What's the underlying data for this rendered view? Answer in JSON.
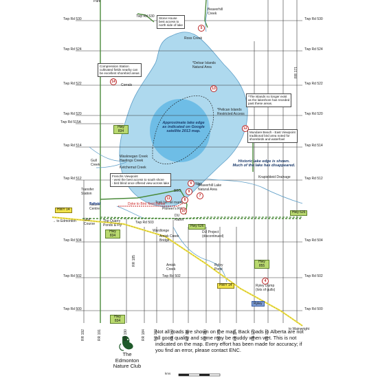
{
  "map": {
    "corner_label": "Park",
    "township_roads": [
      {
        "label": "Twp Rd 530"
      },
      {
        "label": "Twp Rd 524"
      },
      {
        "label": "Twp Rd 522"
      },
      {
        "label": "Twp Rd 520"
      },
      {
        "label": "Twp Rd 515A"
      },
      {
        "label": "Twp Rd 514"
      },
      {
        "label": "Twp Rd 512"
      },
      {
        "label": "Twp Rd 504"
      },
      {
        "label": "Twp Rd 502"
      },
      {
        "label": "Twp Rd 500"
      }
    ],
    "range_roads": [
      {
        "label": "RR 192"
      },
      {
        "label": "RR 191"
      },
      {
        "label": "RR 190"
      },
      {
        "label": "RR 185"
      },
      {
        "label": "RR 184"
      },
      {
        "label": "RR 183"
      },
      {
        "label": "RR 182"
      },
      {
        "label": "RR 181"
      },
      {
        "label": "RR 180"
      },
      {
        "label": "RR 175"
      },
      {
        "label": "RR 174"
      },
      {
        "label": "RR 173"
      },
      {
        "label": "RR 172"
      },
      {
        "label": "RR 171"
      }
    ],
    "right_twp_labels": [
      "Twp Rd 530",
      "Twp Rd 524",
      "Twp Rd 522",
      "Twp Rd 520",
      "Twp Rd 514",
      "Twp Rd 512",
      "Twp Rd 504",
      "Twp Rd 502",
      "Twp Rd 500"
    ],
    "twp_rd_530_label": "Twp Rd 530",
    "twp_rd_502_label": "Twp Rd 502",
    "twp_rd_503_label": "Twp Rd 503",
    "highways": {
      "hwy14_left": "HWY 14",
      "hwy14_mid": "HWY 14",
      "hwy626": "Hwy 626",
      "hwy626_mid": "Hwy 626",
      "hwy834_top": "Hwy 834",
      "hwy834_mid": "Hwy 834",
      "hwy834_bottom": "Hwy 834",
      "hwy855": "Hwy 855"
    },
    "to_edmonton": "→ to Edmonton",
    "to_wainwright": "to Wainwright",
    "boxes": {
      "stone_house": "Stone House\nbest access to\nnorth side of lake",
      "compression": "Compression Station\ncultivated fields nearby can\nbe excellent shorebird areas",
      "islands": "*The islands no longer exist\nas the lakeshore has receded\npast these areas.",
      "mundare": "Mundare Beach - East Viewpoint\ntraditional bird area noted for\nshorebirds and waterfowl",
      "frenchs": "Frenchs Viewpoint\n- west the best access to south shore\n- bird blind once offered view across lake"
    },
    "labels": {
      "beaverhill_creek": "Beaverhill\nCreek",
      "ross_creek": "Ross Creek",
      "deloar": "*Deloar Islands\nNatural Area",
      "pelican": "*Pelican Islands\nRestricted Access",
      "corrals": "Corrals",
      "waskwagan": "Wasknegan Creek\nHastings Creek",
      "gull_creek": "Gull\nCreek",
      "ketchamut": "Ketchemut Creek",
      "krapieldeid": "Krapieldeid Drainage",
      "beaverhill_lake_na": "Beaverhill Lake\nNatural Area",
      "bbo": "BBO",
      "weir": "Weir",
      "pioneer_rd": "Pioneer's Rd.",
      "trail_sign": "Trail (sin tel market)",
      "dyke": "Dyke to Bird Nest Banks",
      "du_kabot": "DU\nKabot",
      "rr_wardlonge": "Wardlonge",
      "amisk_bridge": "Amisk Creek\nBridge",
      "du_project": "DU Project\n(discontinued)",
      "amisk_creek": "Amisk\nCreek",
      "ryley_pond": "Ryley\nPond",
      "ryley_dump": "Ryley Dump\n(lots of gulls)",
      "transfer_station": "Transfer\nStation",
      "tofield_nature": "Nature\nCentre",
      "golf_course": "Golf\nCourse",
      "quarry_ponds": "The Quarry\nPonds & Fly"
    },
    "towns": {
      "tofield": "Tofield",
      "ryley": "Ryley"
    },
    "annotations": {
      "approx_edge": "Approximate lake edge\nas indicated on Google\nsatellite 2013 map.",
      "historic_edge": "Historic lake edge is shown.\nMuch of the lake has disappeared."
    },
    "markers": [
      "14",
      "12",
      "13",
      "11",
      "6",
      "9",
      "7",
      "8",
      "10",
      "4",
      "5"
    ],
    "note": "Not all roads are shown on the map. Back roads in Alberta are not all good quality and some may be muddy when wet. This is not indicated on the map. Every effort has been made for accuracy; if you find an error, please contact ENC.",
    "club": "The\nEdmonton\nNature Club",
    "scale_label": "kms",
    "colors": {
      "water": "#aed9ee",
      "water_deep": "#2f9bd6",
      "green_road": "#4a8a3a",
      "highway_fill": "#b9d96f",
      "hwy14_line": "#f0e24a",
      "town": "#7f9fd8",
      "marker": "#b22222"
    }
  }
}
